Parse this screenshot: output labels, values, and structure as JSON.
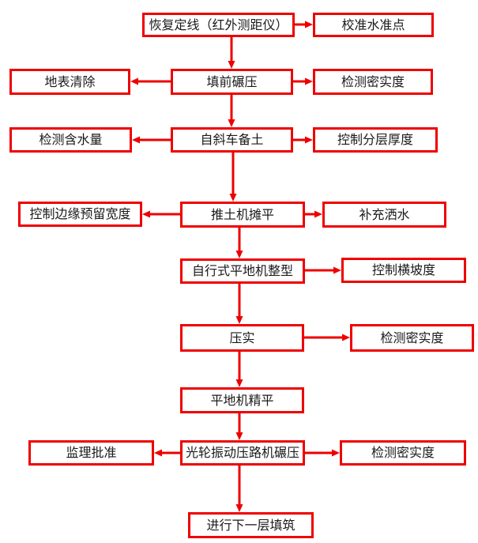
{
  "page": {
    "background": "#ffffff",
    "accent_red": "#ee0000",
    "text_color": "#1a1a1a"
  },
  "flowchart": {
    "nodes": [
      {
        "id": "restore-alignment",
        "label": "恢复定线（红外测距仪）"
      },
      {
        "id": "calibrate-benchmark",
        "label": "校准水准点"
      },
      {
        "id": "surface-clearing",
        "label": "地表清除"
      },
      {
        "id": "pre-fill-rolling",
        "label": "填前碾压"
      },
      {
        "id": "density-check-1",
        "label": "检测密实度"
      },
      {
        "id": "moisture-check",
        "label": "检测含水量"
      },
      {
        "id": "dump-truck-soil",
        "label": "自斜车备土"
      },
      {
        "id": "layer-thickness-control",
        "label": "控制分层厚度"
      },
      {
        "id": "edge-reserve-width-control",
        "label": "控制边缘预留宽度"
      },
      {
        "id": "bulldozer-spreading",
        "label": "推土机摊平"
      },
      {
        "id": "supplementary-watering",
        "label": "补充洒水"
      },
      {
        "id": "motor-grader-shaping",
        "label": "自行式平地机整型"
      },
      {
        "id": "cross-slope-control",
        "label": "控制横坡度"
      },
      {
        "id": "compaction",
        "label": "压实"
      },
      {
        "id": "density-check-2",
        "label": "检测密实度"
      },
      {
        "id": "grader-fine-leveling",
        "label": "平地机精平"
      },
      {
        "id": "supervisor-approval",
        "label": "监理批准"
      },
      {
        "id": "smooth-drum-rolling",
        "label": "光轮振动压路机碾压"
      },
      {
        "id": "density-check-3",
        "label": "检测密实度"
      },
      {
        "id": "next-layer-filling",
        "label": "进行下一层填筑"
      }
    ],
    "edges": [
      {
        "from": "restore-alignment",
        "to": "calibrate-benchmark"
      },
      {
        "from": "restore-alignment",
        "to": "pre-fill-rolling"
      },
      {
        "from": "pre-fill-rolling",
        "to": "surface-clearing"
      },
      {
        "from": "pre-fill-rolling",
        "to": "density-check-1"
      },
      {
        "from": "pre-fill-rolling",
        "to": "dump-truck-soil"
      },
      {
        "from": "dump-truck-soil",
        "to": "moisture-check"
      },
      {
        "from": "dump-truck-soil",
        "to": "layer-thickness-control"
      },
      {
        "from": "dump-truck-soil",
        "to": "bulldozer-spreading"
      },
      {
        "from": "bulldozer-spreading",
        "to": "edge-reserve-width-control"
      },
      {
        "from": "bulldozer-spreading",
        "to": "supplementary-watering"
      },
      {
        "from": "bulldozer-spreading",
        "to": "motor-grader-shaping"
      },
      {
        "from": "motor-grader-shaping",
        "to": "cross-slope-control"
      },
      {
        "from": "motor-grader-shaping",
        "to": "compaction"
      },
      {
        "from": "compaction",
        "to": "density-check-2"
      },
      {
        "from": "compaction",
        "to": "grader-fine-leveling"
      },
      {
        "from": "grader-fine-leveling",
        "to": "smooth-drum-rolling"
      },
      {
        "from": "smooth-drum-rolling",
        "to": "supervisor-approval"
      },
      {
        "from": "smooth-drum-rolling",
        "to": "density-check-3"
      },
      {
        "from": "smooth-drum-rolling",
        "to": "next-layer-filling"
      }
    ]
  }
}
